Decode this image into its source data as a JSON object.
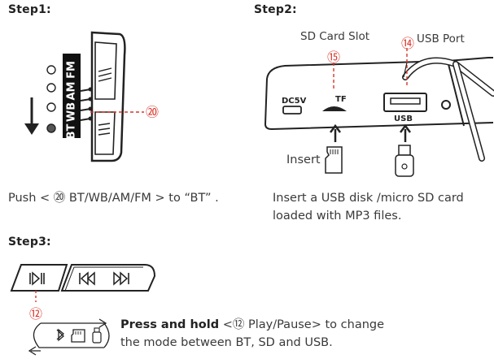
{
  "step1": {
    "heading": "Step1:",
    "switch_labels": [
      "BT",
      "WB",
      "AM",
      "FM"
    ],
    "callout": "⑳",
    "caption": "Push < ⑳ BT/WB/AM/FM > to “BT” ."
  },
  "step2": {
    "heading": "Step2:",
    "sd_label": "SD Card Slot",
    "sd_callout": "⑮",
    "usb_callout": "⑭",
    "usb_label": "USB Port",
    "port_dc": "DC5V",
    "port_tf": "TF",
    "port_usb": "USB",
    "insert_label": "Insert",
    "caption_line1": "Insert a USB disk /micro SD card",
    "caption_line2": "loaded with MP3 files."
  },
  "step3": {
    "heading": "Step3:",
    "callout": "⑫",
    "bold_prefix": "Press and hold",
    "line1_rest": " <⑫ Play/Pause> to change",
    "line2": "the mode between BT, SD and USB."
  },
  "colors": {
    "accent": "#d9362b",
    "line": "#222222"
  }
}
